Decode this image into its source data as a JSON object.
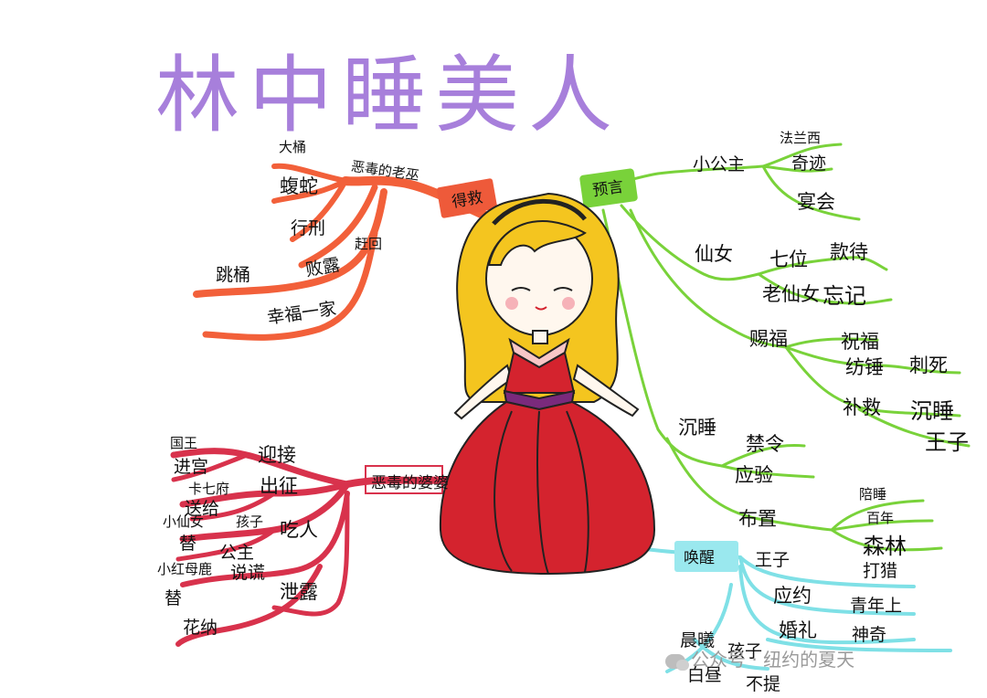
{
  "title": "林中睡美人",
  "colors": {
    "title": "#a77fdb",
    "top_left_branch": "#f2603a",
    "bottom_left_branch": "#d8324c",
    "right_green_branch": "#79d23a",
    "bottom_right_branch": "#7fe0e6",
    "girl_hair": "#f4c51f",
    "girl_dress": "#d4232e"
  },
  "branches": {
    "deliverance": {
      "hub": "得救",
      "sub": "恶毒的老巫",
      "leaves": [
        "大桶",
        "蝮蛇",
        "行刑",
        "赶回",
        "败露",
        "跳桶",
        "幸福一家"
      ]
    },
    "prophecy": {
      "hub": "预言",
      "little_princess": "小公主",
      "little_princess_children": [
        "法兰西",
        "奇迹",
        "宴会"
      ],
      "fairy": "仙女",
      "fairy_children": [
        "七位",
        "款待",
        "老仙女",
        "忘记"
      ],
      "blessing": "赐福",
      "blessing_children": [
        "祝福",
        "纺锤",
        "刺死",
        "补救",
        "沉睡",
        "王子"
      ],
      "sleep": "沉睡",
      "sleep_children": [
        "禁令",
        "应验",
        "布置",
        "陪睡",
        "百年",
        "森林"
      ]
    },
    "awakening": {
      "hub": "唤醒",
      "items": [
        "王子",
        "打猎",
        "应约",
        "青年上",
        "婚礼",
        "神奇",
        "晨曦",
        "孩子",
        "白昼",
        "不提"
      ]
    },
    "evil_mother": {
      "hub": "恶毒的婆婆",
      "items": [
        "国王",
        "进宫",
        "迎接",
        "出征",
        "卡七府",
        "送给",
        "孩子",
        "吃人",
        "小仙女",
        "替",
        "公主",
        "小红母鹿",
        "说谎",
        "替",
        "泄露",
        "花纳"
      ]
    }
  },
  "watermark": "公众号 · 纽约的夏天"
}
